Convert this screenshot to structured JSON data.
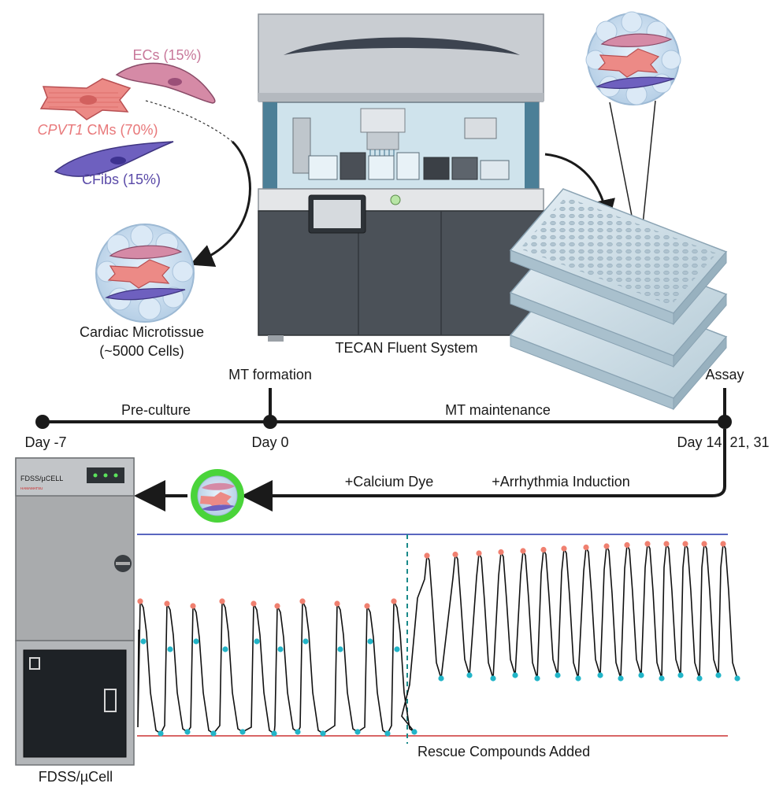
{
  "cells": {
    "ecs": "ECs (15%)",
    "cms_gene": "CPVT1",
    "cms_rest": " CMs (70%)",
    "cfibs": "CFibs (15%)"
  },
  "microtissue": {
    "line1": "Cardiac Microtissue",
    "line2": "(~5000 Cells)"
  },
  "robot": {
    "label": "TECAN Fluent System"
  },
  "timeline": {
    "milestones": [
      {
        "label": "Day -7",
        "event": ""
      },
      {
        "label": "Day 0",
        "event": "MT formation"
      },
      {
        "label": "Day 14, 21, 31",
        "event": "Assay"
      }
    ],
    "phases": [
      "Pre-culture",
      "MT maintenance"
    ]
  },
  "readout": {
    "steps": [
      "+Calcium Dye",
      "+Arrhythmia Induction"
    ],
    "instrument_label": "FDSS/µCell",
    "instrument_brand": "FDSS/µCELL",
    "instrument_maker": "HAMAMATSU"
  },
  "trace": {
    "annotation": "Rescue Compounds Added"
  },
  "colors": {
    "cm": "#e8787a",
    "ec": "#c8789a",
    "fib": "#5a4aa8",
    "dye_glow": "#44dd33",
    "upper_line": "#2233aa",
    "lower_line": "#cc3333",
    "peak": "#f08070",
    "trough": "#22b5c8",
    "dashed": "#1a8a8a"
  }
}
